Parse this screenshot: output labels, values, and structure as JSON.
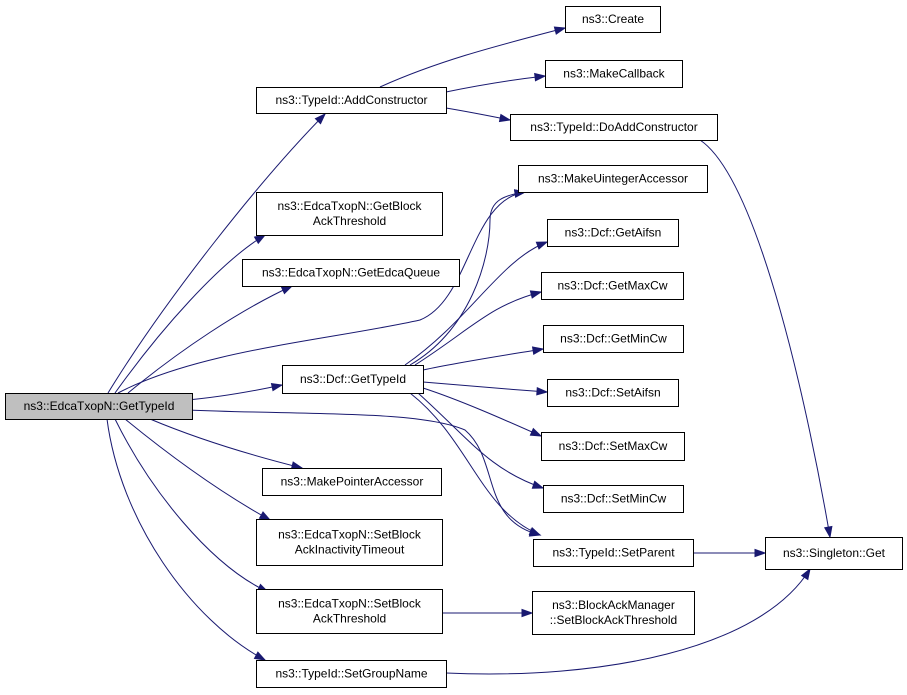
{
  "graph": {
    "colors": {
      "edge": "#191970",
      "root_fill": "#bfbfbf",
      "node_fill": "#ffffff",
      "node_border": "#000000"
    },
    "nodes": {
      "root": {
        "lines": [
          "ns3::EdcaTxopN::GetTypeId"
        ]
      },
      "add_constructor": {
        "lines": [
          "ns3::TypeId::AddConstructor"
        ]
      },
      "get_block_ack_threshold": {
        "lines": [
          "ns3::EdcaTxopN::GetBlock",
          "AckThreshold"
        ]
      },
      "get_edca_queue": {
        "lines": [
          "ns3::EdcaTxopN::GetEdcaQueue"
        ]
      },
      "dcf_get_type_id": {
        "lines": [
          "ns3::Dcf::GetTypeId"
        ]
      },
      "make_pointer_accessor": {
        "lines": [
          "ns3::MakePointerAccessor"
        ]
      },
      "set_block_ack_inactivity_timeout": {
        "lines": [
          "ns3::EdcaTxopN::SetBlock",
          "AckInactivityTimeout"
        ]
      },
      "set_block_ack_threshold": {
        "lines": [
          "ns3::EdcaTxopN::SetBlock",
          "AckThreshold"
        ]
      },
      "set_group_name": {
        "lines": [
          "ns3::TypeId::SetGroupName"
        ]
      },
      "create": {
        "lines": [
          "ns3::Create"
        ]
      },
      "make_callback": {
        "lines": [
          "ns3::MakeCallback"
        ]
      },
      "do_add_constructor": {
        "lines": [
          "ns3::TypeId::DoAddConstructor"
        ]
      },
      "make_uinteger_accessor": {
        "lines": [
          "ns3::MakeUintegerAccessor"
        ]
      },
      "dcf_get_aifsn": {
        "lines": [
          "ns3::Dcf::GetAifsn"
        ]
      },
      "dcf_get_max_cw": {
        "lines": [
          "ns3::Dcf::GetMaxCw"
        ]
      },
      "dcf_get_min_cw": {
        "lines": [
          "ns3::Dcf::GetMinCw"
        ]
      },
      "dcf_set_aifsn": {
        "lines": [
          "ns3::Dcf::SetAifsn"
        ]
      },
      "dcf_set_max_cw": {
        "lines": [
          "ns3::Dcf::SetMaxCw"
        ]
      },
      "dcf_set_min_cw": {
        "lines": [
          "ns3::Dcf::SetMinCw"
        ]
      },
      "set_parent": {
        "lines": [
          "ns3::TypeId::SetParent"
        ]
      },
      "block_ack_manager_set_threshold": {
        "lines": [
          "ns3::BlockAckManager",
          "::SetBlockAckThreshold"
        ]
      },
      "singleton_get": {
        "lines": [
          "ns3::Singleton::Get"
        ]
      }
    },
    "edges": [
      [
        "root",
        "add_constructor"
      ],
      [
        "root",
        "get_block_ack_threshold"
      ],
      [
        "root",
        "get_edca_queue"
      ],
      [
        "root",
        "make_uinteger_accessor"
      ],
      [
        "root",
        "dcf_get_type_id"
      ],
      [
        "root",
        "set_parent"
      ],
      [
        "root",
        "make_pointer_accessor"
      ],
      [
        "root",
        "set_block_ack_inactivity_timeout"
      ],
      [
        "root",
        "set_block_ack_threshold"
      ],
      [
        "root",
        "set_group_name"
      ],
      [
        "add_constructor",
        "create"
      ],
      [
        "add_constructor",
        "make_callback"
      ],
      [
        "add_constructor",
        "do_add_constructor"
      ],
      [
        "do_add_constructor",
        "singleton_get"
      ],
      [
        "dcf_get_type_id",
        "make_uinteger_accessor"
      ],
      [
        "dcf_get_type_id",
        "dcf_get_aifsn"
      ],
      [
        "dcf_get_type_id",
        "dcf_get_max_cw"
      ],
      [
        "dcf_get_type_id",
        "dcf_get_min_cw"
      ],
      [
        "dcf_get_type_id",
        "dcf_set_aifsn"
      ],
      [
        "dcf_get_type_id",
        "dcf_set_max_cw"
      ],
      [
        "dcf_get_type_id",
        "dcf_set_min_cw"
      ],
      [
        "dcf_get_type_id",
        "set_parent"
      ],
      [
        "set_parent",
        "singleton_get"
      ],
      [
        "set_block_ack_threshold",
        "block_ack_manager_set_threshold"
      ],
      [
        "set_group_name",
        "singleton_get"
      ]
    ]
  }
}
